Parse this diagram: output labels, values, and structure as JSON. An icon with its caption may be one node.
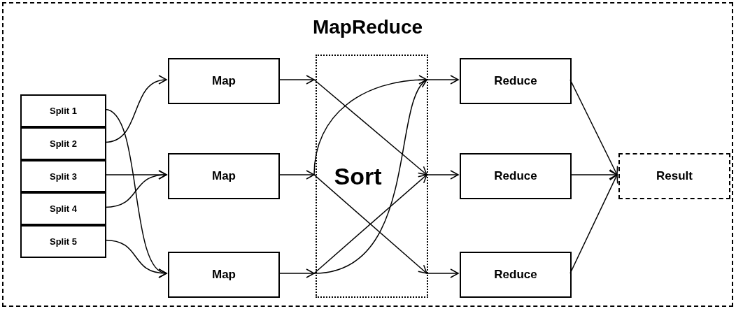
{
  "diagram": {
    "nodes": [
      {
        "text": [
          "MapReduce"
        ]
      },
      {
        "text": [
          "Split 1"
        ],
        "in": 0
      },
      {
        "text": [
          "Split 2"
        ],
        "in": 0
      },
      {
        "text": [
          "Split 3"
        ],
        "in": 0
      },
      {
        "text": [
          "Split 4"
        ],
        "in": 0
      },
      {
        "text": [
          "Split 5"
        ],
        "in": 0
      },
      {
        "text": [
          "Map"
        ],
        "in": 0
      },
      {
        "text": [
          "Map"
        ],
        "in": 0
      },
      {
        "text": [
          "Map"
        ],
        "in": 0
      },
      {
        "text": [
          "Sort"
        ],
        "in": 0
      },
      {
        "text": [
          "Reduce"
        ],
        "in": 0
      },
      {
        "text": [
          "Reduce"
        ],
        "in": 0
      },
      {
        "text": [
          "Reduce"
        ],
        "in": 0
      },
      {
        "text": [
          "Result"
        ],
        "in": 0
      }
    ],
    "edges": [
      {
        "from": 1,
        "to": 8,
        "arrow": "to"
      },
      {
        "from": 2,
        "to": 6,
        "arrow": "to"
      },
      {
        "from": 3,
        "to": 7,
        "arrow": "to"
      },
      {
        "from": 4,
        "to": 7,
        "arrow": "to"
      },
      {
        "from": 5,
        "to": 8,
        "arrow": "to"
      },
      {
        "from": 6,
        "to": 9,
        "arrow": "to"
      },
      {
        "from": 7,
        "to": 9,
        "arrow": "to"
      },
      {
        "from": 8,
        "to": 9,
        "arrow": "to"
      },
      {
        "from": 9,
        "to": 10,
        "arrow": "to"
      },
      {
        "from": 9,
        "to": 11,
        "arrow": "to"
      },
      {
        "from": 9,
        "to": 12,
        "arrow": "to"
      },
      {
        "from": 10,
        "to": 13,
        "arrow": "to"
      },
      {
        "from": 11,
        "to": 13,
        "arrow": "to"
      },
      {
        "from": 12,
        "to": 13,
        "arrow": "to"
      }
    ]
  }
}
